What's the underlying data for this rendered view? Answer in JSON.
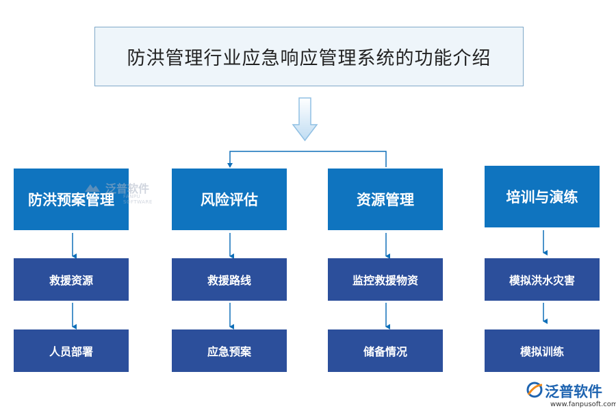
{
  "title": "防洪管理行业应急响应管理系统的功能介绍",
  "categories": [
    {
      "label": "防洪预案管理",
      "items": [
        "救援资源",
        "人员部署"
      ]
    },
    {
      "label": "风险评估",
      "items": [
        "救援路线",
        "应急预案"
      ]
    },
    {
      "label": "资源管理",
      "items": [
        "监控救援物资",
        "储备情况"
      ]
    },
    {
      "label": "培训与演练",
      "items": [
        "模拟洪水灾害",
        "模拟训练"
      ]
    }
  ],
  "watermark": {
    "name": "泛普软件",
    "sub": "FANPU SOFTWARE"
  },
  "logo": {
    "name": "泛普软件",
    "url": "www.fanpusoft.com"
  },
  "colors": {
    "category_box": "#0f74bf",
    "sub_box": "#2c4f9b",
    "connector": "#0f6fb8",
    "title_bg": "#eef5fa",
    "title_border": "#7fa8c8",
    "logo_blue": "#1d63b0",
    "logo_orange": "#f08a1c"
  },
  "icons": [
    "down-arrow-icon",
    "fanpu-logo-icon"
  ]
}
